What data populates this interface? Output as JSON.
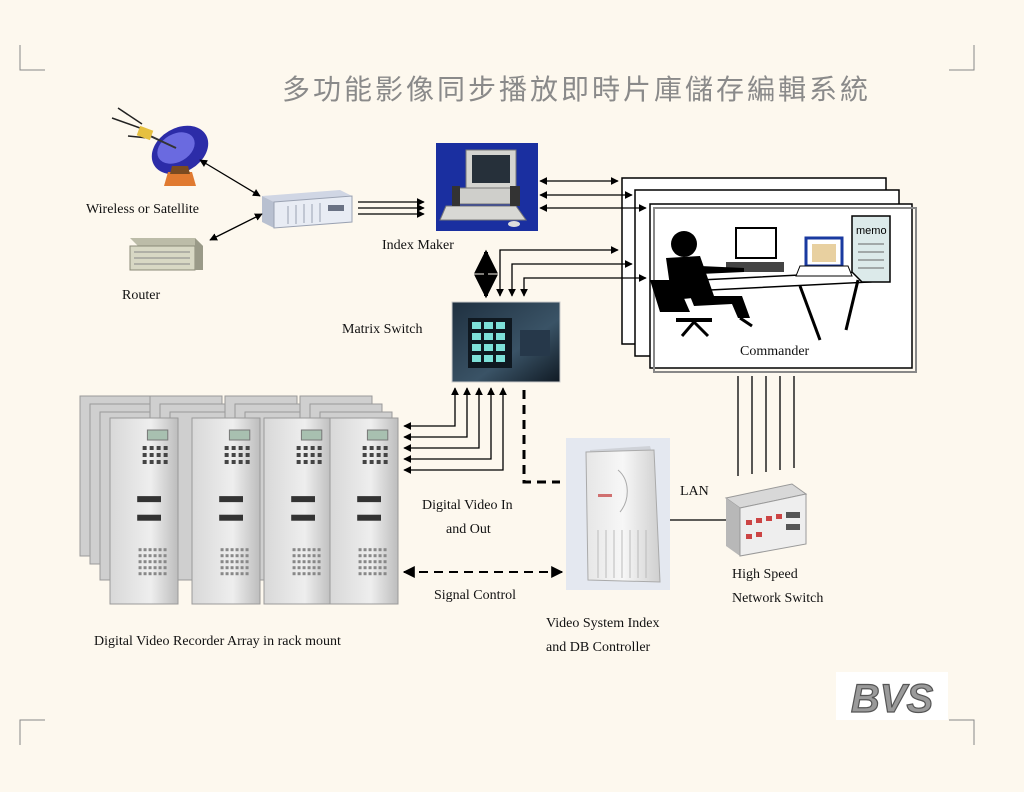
{
  "title": "多功能影像同步播放即時片庫儲存編輯系統",
  "labels": {
    "wireless": "Wireless or Satellite",
    "router": "Router",
    "index_maker": "Index Maker",
    "matrix_switch": "Matrix Switch",
    "commander": "Commander",
    "dv_io_line1": "Digital Video In",
    "dv_io_line2": "and Out",
    "lan": "LAN",
    "signal_control": "Signal Control",
    "dvr_array": "Digital Video Recorder Array in rack mount",
    "vsi_line1": "Video System Index",
    "vsi_line2": "and DB Controller",
    "hsns_line1": "High Speed",
    "hsns_line2": "Network Switch",
    "memo": "memo"
  },
  "logo": "BVS",
  "colors": {
    "background": "#fdf8ee",
    "title": "#8a8a8a",
    "line": "#000000"
  }
}
